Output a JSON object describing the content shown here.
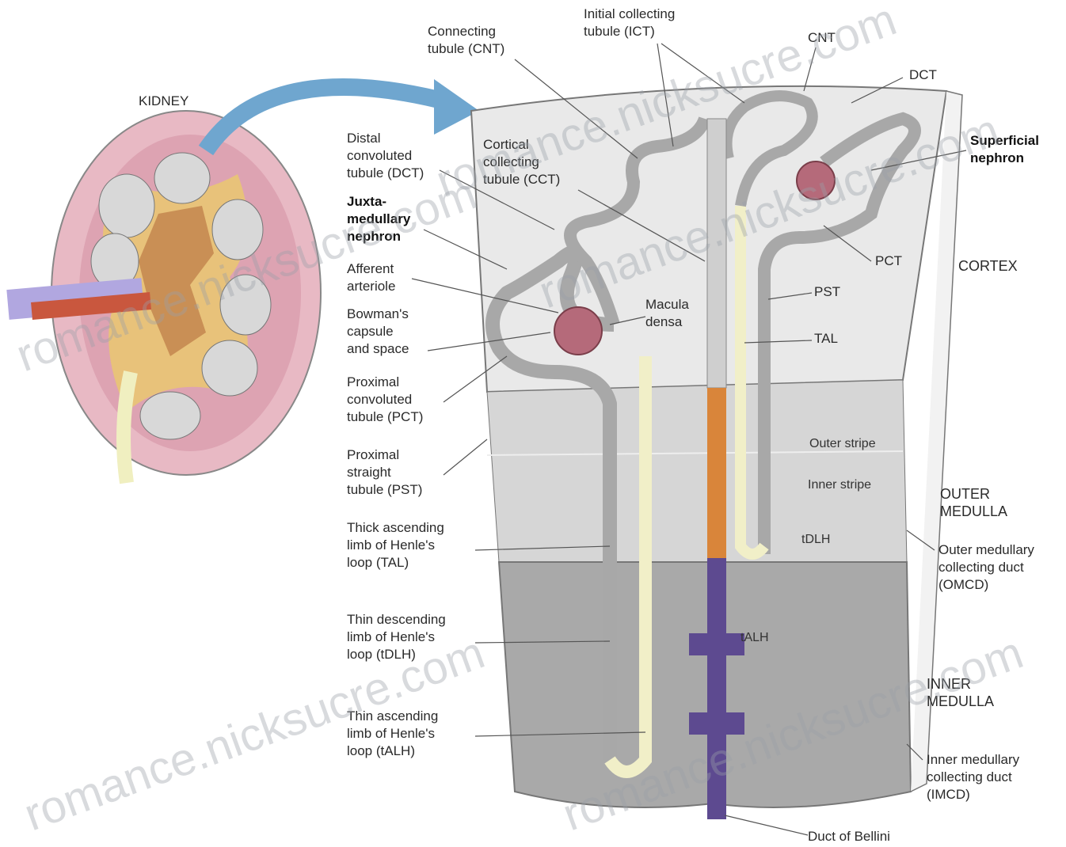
{
  "kidney": {
    "label": "KIDNEY"
  },
  "left_labels": [
    {
      "id": "dct",
      "lines": [
        "Distal",
        "convoluted",
        "tubule (DCT)"
      ],
      "bold": false
    },
    {
      "id": "juxta",
      "lines": [
        "Juxta-",
        "medullary",
        "nephron"
      ],
      "bold": true
    },
    {
      "id": "afferent",
      "lines": [
        "Afferent",
        "arteriole"
      ],
      "bold": false
    },
    {
      "id": "bowman",
      "lines": [
        "Bowman's",
        "capsule",
        "and space"
      ],
      "bold": false
    },
    {
      "id": "pct",
      "lines": [
        "Proximal",
        "convoluted",
        "tubule (PCT)"
      ],
      "bold": false
    },
    {
      "id": "pst",
      "lines": [
        "Proximal",
        "straight",
        "tubule (PST)"
      ],
      "bold": false
    },
    {
      "id": "tal",
      "lines": [
        "Thick ascending",
        "limb of Henle's",
        "loop (TAL)"
      ],
      "bold": false
    },
    {
      "id": "tdlh",
      "lines": [
        "Thin descending",
        "limb of Henle's",
        "loop (tDLH)"
      ],
      "bold": false
    },
    {
      "id": "talh",
      "lines": [
        "Thin ascending",
        "limb of Henle's",
        "loop (tALH)"
      ],
      "bold": false
    }
  ],
  "top_labels": [
    {
      "id": "cnt_long",
      "lines": [
        "Connecting",
        "tubule (CNT)"
      ]
    },
    {
      "id": "ict",
      "lines": [
        "Initial collecting",
        "tubule (ICT)"
      ]
    },
    {
      "id": "cnt",
      "lines": [
        "CNT"
      ]
    },
    {
      "id": "dct_short",
      "lines": [
        "DCT"
      ]
    },
    {
      "id": "cct",
      "lines": [
        "Cortical",
        "collecting",
        "tubule (CCT)"
      ]
    }
  ],
  "right_labels": [
    {
      "id": "superficial",
      "lines": [
        "Superficial",
        "nephron"
      ],
      "bold": true
    },
    {
      "id": "pct_short",
      "lines": [
        "PCT"
      ],
      "bold": false
    },
    {
      "id": "pst_short",
      "lines": [
        "PST"
      ],
      "bold": false
    },
    {
      "id": "tal_short",
      "lines": [
        "TAL"
      ],
      "bold": false
    },
    {
      "id": "macula",
      "lines": [
        "Macula",
        "densa"
      ],
      "bold": false
    },
    {
      "id": "omcd",
      "lines": [
        "Outer medullary",
        "collecting duct",
        "(OMCD)"
      ],
      "bold": false
    },
    {
      "id": "imcd",
      "lines": [
        "Inner medullary",
        "collecting duct",
        "(IMCD)"
      ],
      "bold": false
    },
    {
      "id": "bellini",
      "lines": [
        "Duct of Bellini"
      ],
      "bold": false
    }
  ],
  "zones": {
    "cortex": [
      "CORTEX"
    ],
    "outer_medulla": [
      "OUTER",
      "MEDULLA"
    ],
    "inner_medulla": [
      "INNER",
      "MEDULLA"
    ]
  },
  "inner_labels": {
    "outer_stripe": "Outer stripe",
    "inner_stripe": "Inner stripe",
    "idlh": "tDLH",
    "talh": "tALH"
  },
  "watermarks": [
    "romance.nicksucre.com",
    "romance.nicksucre.com",
    "romance.nicksucre.com",
    "romance.nicksucre.com",
    "romance.nicksucre.com"
  ],
  "colors": {
    "cortex": "#e9e9e9",
    "outer_medulla": "#d6d6d6",
    "inner_medulla": "#a9a9a9",
    "tubule": "#a8a8a8",
    "pale_tubule": "#f1efc8",
    "glomerulus": "#b56a7a",
    "collecting_orange": "#d9853a",
    "collecting_purple": "#5d4a90",
    "arrow": "#6fa6cf"
  }
}
